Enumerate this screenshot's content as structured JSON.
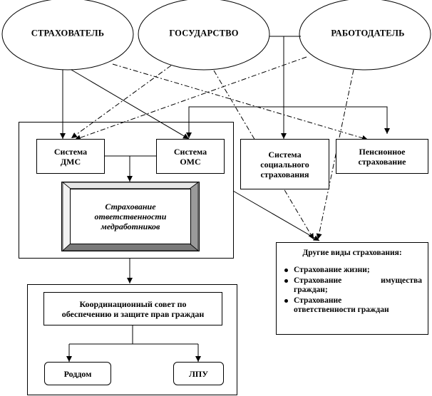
{
  "ovals": {
    "insurer": "СТРАХОВАТЕЛЬ",
    "state": "ГОСУДАРСТВО",
    "employer": "РАБОТОДАТЕЛЬ"
  },
  "boxes": {
    "dms": [
      "Система",
      "ДМС"
    ],
    "oms": [
      "Система",
      "ОМС"
    ],
    "social": [
      "Система",
      "социального",
      "страхования"
    ],
    "pension": [
      "Пенсионное",
      "страхование"
    ],
    "liability": [
      "Страхование",
      "ответственности",
      "медработников"
    ],
    "council": [
      "Координационный совет по",
      "обеспечению и защите прав граждан"
    ],
    "maternity": "Роддом",
    "clinic": "ЛПУ"
  },
  "other_insurance": {
    "title": "Другие виды страхования:",
    "items": [
      [
        "Страхование жизни;"
      ],
      [
        "Страхование имущества",
        "граждан;"
      ],
      [
        "Страхование",
        "ответственности граждан"
      ]
    ]
  }
}
